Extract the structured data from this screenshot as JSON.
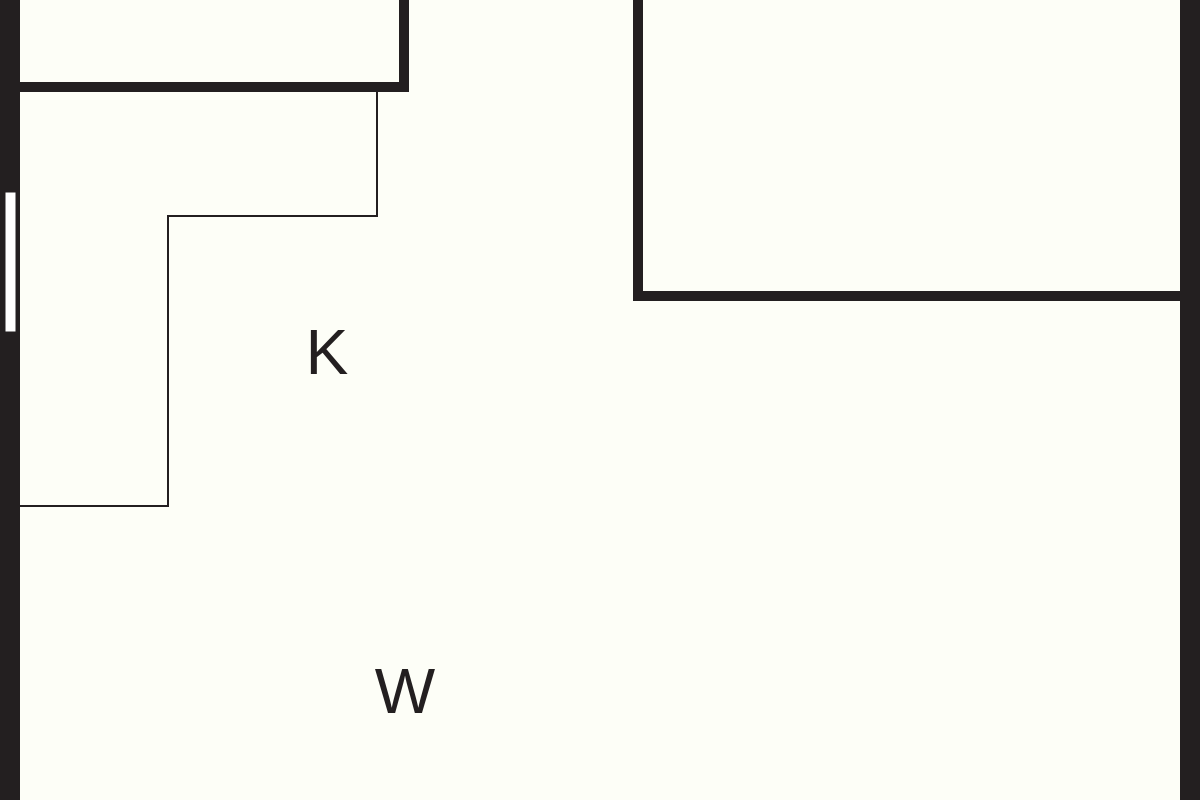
{
  "floor_plan": {
    "rooms": [
      {
        "id": "kitchen",
        "label": "K"
      },
      {
        "id": "living",
        "label": "W"
      }
    ],
    "colors": {
      "background": "#fdfef7",
      "wall": "#231f20",
      "window": "#ffffff"
    }
  }
}
